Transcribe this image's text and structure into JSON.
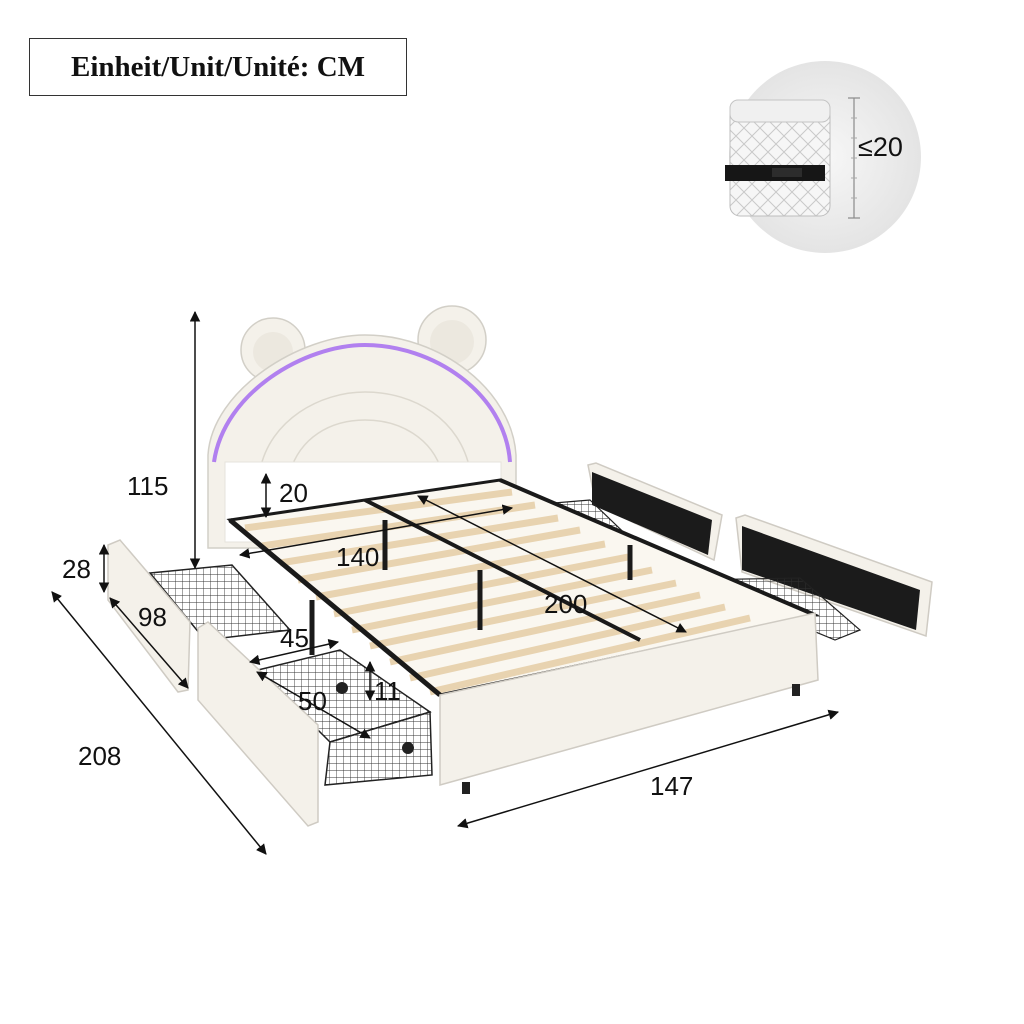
{
  "unit_label": "Einheit/Unit/Unité: CM",
  "mattress_inset": {
    "max_thickness_label": "≤20"
  },
  "dimensions": {
    "total_height": "115",
    "headboard_clearance": "20",
    "inner_width": "140",
    "inner_length": "200",
    "total_length": "208",
    "total_width": "147",
    "drawer_height": "28",
    "drawer_length": "98",
    "basket_depth": "45",
    "basket_width": "50",
    "basket_height": "11"
  },
  "colors": {
    "frame": "#1a1a1a",
    "slats": "#e8d3b0",
    "upholstery": "#f4f1ea",
    "led": "#a56cf0"
  }
}
